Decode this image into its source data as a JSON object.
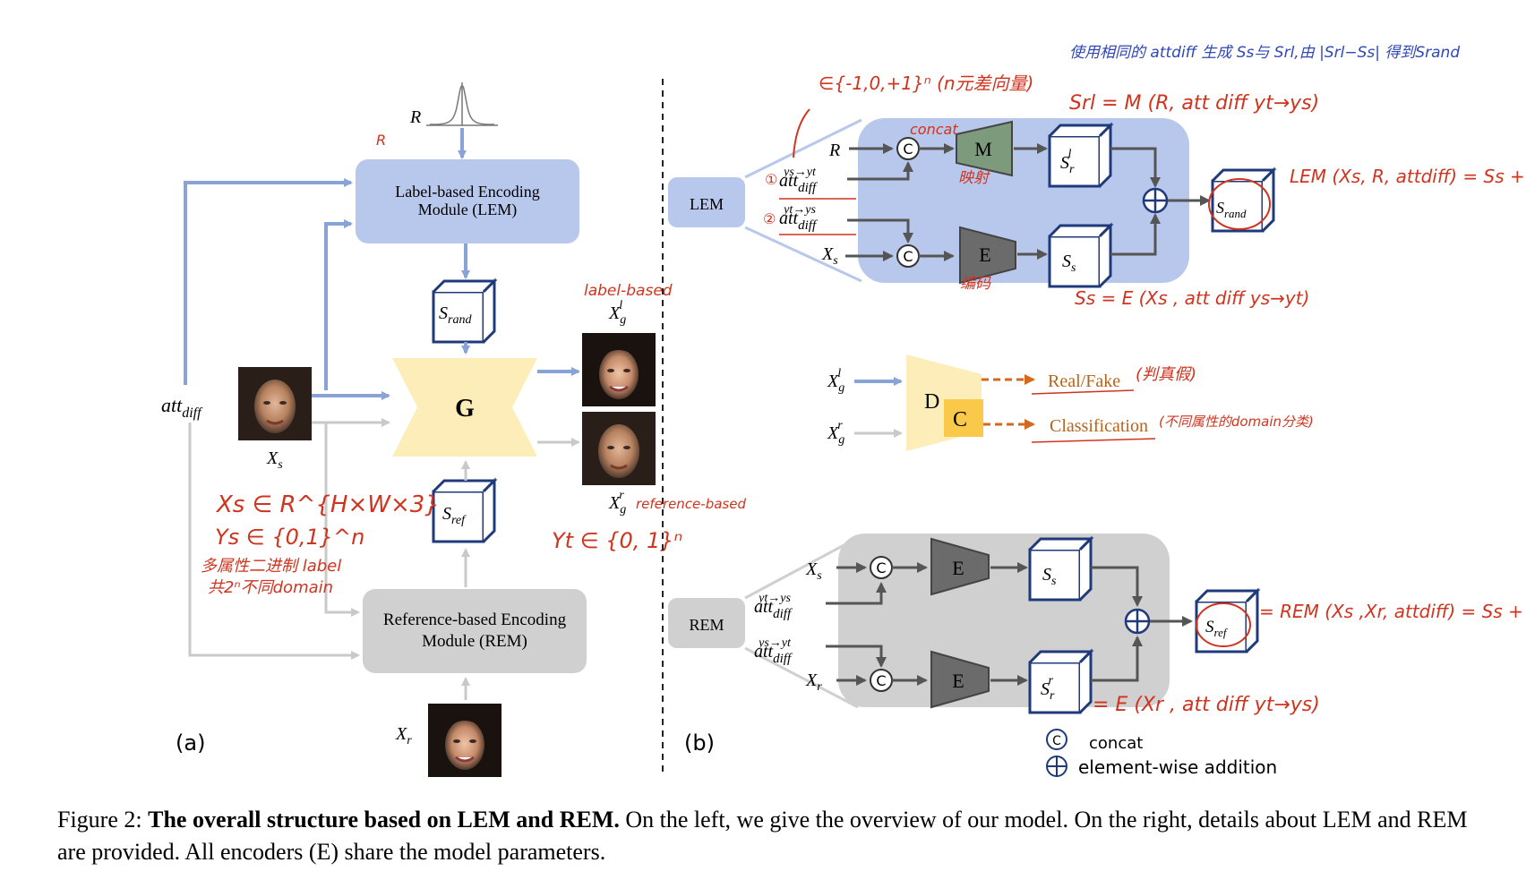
{
  "figure": {
    "panel_a": {
      "label": "(a)",
      "lem_line1": "Label-based Encoding",
      "lem_line2": "Module (LEM)",
      "rem_line1": "Reference-based Encoding",
      "rem_line2": "Module (REM)",
      "generator": "G",
      "r_input": "R",
      "att_main": "att",
      "att_sub": "diff",
      "s_rand_main": "S",
      "s_rand_sub": "rand",
      "s_ref_main": "S",
      "s_ref_sub": "ref",
      "xs_main": "X",
      "xs_sub": "s",
      "xr_main": "X",
      "xr_sub": "r",
      "xgl_main": "X",
      "xgl_sub": "g",
      "xgl_sup": "l",
      "xgr_main": "X",
      "xgr_sub": "g",
      "xgr_sup": "r",
      "note_r": "R",
      "note_label_based": "label-based",
      "note_reference_based": "reference-based",
      "note_xs_dom": "Xs ∈ R^{H×W×3}",
      "note_ys_dom": "Ys ∈ {0,1}^n",
      "note_multi_label": "多属性二进制 label",
      "note_domains": "共2ⁿ不同domain",
      "note_yt_dom": "Yt ∈ {0, 1}ⁿ"
    },
    "panel_b": {
      "label": "(b)",
      "lem_tag": "LEM",
      "rem_tag": "REM",
      "m_block": "M",
      "e_block": "E",
      "d_block": "D",
      "c_block": "C",
      "concat_symbol": "C",
      "r_label": "R",
      "att_main": "att",
      "att_sub": "diff",
      "att_sup_st": "ys→yt",
      "att_sup_ts": "yt→ys",
      "xs_main": "X",
      "xs_sub": "s",
      "xr_main": "X",
      "xr_sub": "r",
      "srl_main": "S",
      "srl_sub": "r",
      "srl_sup": "l",
      "ss_main": "S",
      "ss_sub": "s",
      "srr_main": "S",
      "srr_sub": "r",
      "srr_sup": "r",
      "srand_main": "S",
      "srand_sub": "rand",
      "sref_main": "S",
      "sref_sub": "ref",
      "xgl_main": "X",
      "xgl_sub": "g",
      "xgl_sup": "l",
      "xgr_main": "X",
      "xgr_sub": "g",
      "xgr_sup": "r",
      "real_fake": "Real/Fake",
      "classification": "Classification",
      "legend_concat": "concat",
      "legend_add": "element-wise addition",
      "note_top": "使用相同的 attdiff 生成 Ss与 Srl,由 |Srl−Ss| 得到Srand",
      "note_vector": "∈{-1,0,+1}ⁿ (n元差向量)",
      "note_concat": "concat",
      "note_map": "映射",
      "note_encode": "编码",
      "note_srl_eq": "Srl = M (R, att diff yt→ys)",
      "note_ss_eq": "Ss = E (Xs , att diff ys→yt)",
      "note_lem_eq": "LEM (Xs, R, attdiff) = Ss + Srl",
      "note_rem_eq": "= REM (Xs ,Xr, attdiff) = Ss + Srr",
      "note_srr_eq": "= E (Xr , att diff yt→ys)",
      "note_realfake": "(判真假)",
      "note_class": "(不同属性的domain分类)",
      "note_1": "①",
      "note_2": "②"
    }
  },
  "caption": {
    "prefix": "Figure 2: ",
    "bold": "The overall structure based on LEM and REM.",
    "rest": " On the left, we give the overview of our model. On the right, details about LEM and REM are provided. All encoders (E) share the model parameters."
  },
  "colors": {
    "blue_arrow": "#8aa3d6",
    "lem_fill": "#b8c8ec",
    "rem_fill": "#d0d0d0",
    "g_fill": "#fdeeb9",
    "m_fill": "#7d9a7c",
    "e_fill": "#6b6b6b",
    "c_fill": "#fac94a",
    "cube_stroke": "#1f3a7a",
    "orange": "#d2691e",
    "red_note": "#d0341f",
    "blue_note": "#2f47b8"
  }
}
